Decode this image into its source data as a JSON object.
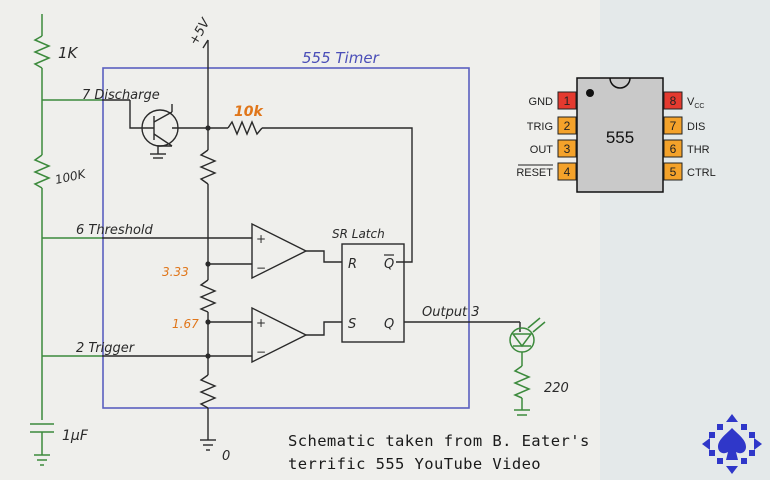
{
  "schematic": {
    "box_title": "555 Timer",
    "supply_label": "+5V",
    "ground_label": "0",
    "res_top": "1K",
    "res_mid": "100K",
    "cap_label": "1μF",
    "pin7_label": "7 Discharge",
    "pin6_label": "6 Threshold",
    "pin2_label": "2 Trigger",
    "ten_k": "10k",
    "v_upper": "3.33",
    "v_lower": "1.67",
    "latch_title": "SR Latch",
    "latch_r": "R",
    "latch_s": "S",
    "latch_qbar": "Q",
    "latch_q": "Q",
    "output_label": "Output 3",
    "led_res": "220",
    "plus_sign": "+",
    "minus_sign": "−"
  },
  "chip": {
    "name": "555",
    "pins_left": [
      {
        "num": "1",
        "label": "GND",
        "color": "#e43a2f"
      },
      {
        "num": "2",
        "label": "TRIG",
        "color": "#f4a22a"
      },
      {
        "num": "3",
        "label": "OUT",
        "color": "#f4a22a"
      },
      {
        "num": "4",
        "label": "RESET",
        "color": "#f4a22a"
      }
    ],
    "pins_right": [
      {
        "num": "8",
        "label": "V",
        "sub": "CC",
        "color": "#e43a2f"
      },
      {
        "num": "7",
        "label": "DIS",
        "color": "#f4a22a"
      },
      {
        "num": "6",
        "label": "THR",
        "color": "#f4a22a"
      },
      {
        "num": "5",
        "label": "CTRL",
        "color": "#f4a22a"
      }
    ]
  },
  "caption": {
    "line1": "Schematic taken from B. Eater's",
    "line2": "terrific 555 YouTube Video"
  }
}
